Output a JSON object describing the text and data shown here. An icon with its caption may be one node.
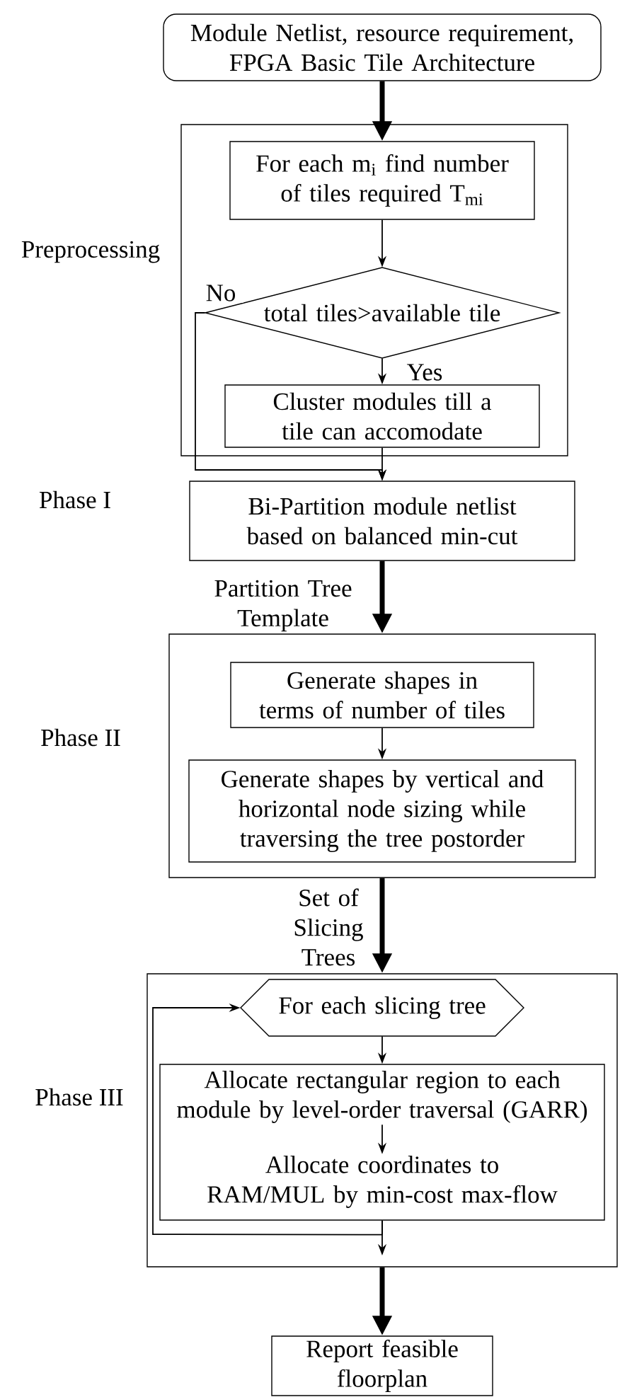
{
  "diagram": {
    "nodes": [
      {
        "text": [
          "Module Netlist, resource requirement, FPGA Basic Tile Architecture"
        ]
      },
      {
        "text": [
          "Preprocessing"
        ]
      },
      {
        "text": [
          "For each m$_{i}$ find number of tiles required T$_{mi}$"
        ],
        "in": 1
      },
      {
        "text": [
          "total tiles>available tile"
        ],
        "in": 1
      },
      {
        "text": [
          "Cluster modules till a tile can accomodate"
        ],
        "in": 1
      },
      {
        "text": [
          "Phase I",
          "Bi-Partition module netlist based on balanced min-cut"
        ]
      },
      {
        "text": [
          "Phase II"
        ]
      },
      {
        "text": [
          "Generate shapes in terms of number of tiles"
        ],
        "in": 6
      },
      {
        "text": [
          "Generate shapes by vertical and horizontal node sizing while traversing the tree postorder"
        ],
        "in": 6
      },
      {
        "text": [
          "Phase III"
        ]
      },
      {
        "text": [
          "For each slicing tree"
        ],
        "in": 9
      },
      {
        "text": [],
        "shape": "box",
        "in": 9
      },
      {
        "text": [
          "Allocate rectangular region to each module by level-order traversal (GARR)"
        ],
        "in": 11
      },
      {
        "text": [
          "Allocate coordinates to RAM/MUL by min-cost max-flow"
        ],
        "in": 11
      },
      {
        "text": [
          "Report feasible floorplan"
        ]
      }
    ],
    "edges": [
      {
        "from": 0,
        "to": 2,
        "arrow": "to",
        "style": "thick"
      },
      {
        "from": 2,
        "to": 3,
        "arrow": "to"
      },
      {
        "from": 3,
        "to": 4,
        "arrow": "to",
        "label": "Yes"
      },
      {
        "from": 3,
        "to": 5,
        "arrow": "to",
        "label": "No"
      },
      {
        "from": 4,
        "to": 5,
        "arrow": "to"
      },
      {
        "from": 5,
        "to": 6,
        "arrow": "to",
        "style": "thick",
        "label": "Partition Tree Template"
      },
      {
        "from": 7,
        "to": 8,
        "arrow": "to"
      },
      {
        "from": 6,
        "to": 9,
        "arrow": "to",
        "style": "thick",
        "label": "Set of Slicing Trees"
      },
      {
        "from": 10,
        "to": 11,
        "arrow": "to"
      },
      {
        "from": 12,
        "to": 13,
        "arrow": "to"
      },
      {
        "from": 11,
        "to": 10,
        "arrow": "to"
      },
      {
        "from": 11,
        "to": null,
        "arrow": "to"
      },
      {
        "from": 9,
        "to": 14,
        "arrow": "to",
        "style": "thick"
      }
    ]
  }
}
